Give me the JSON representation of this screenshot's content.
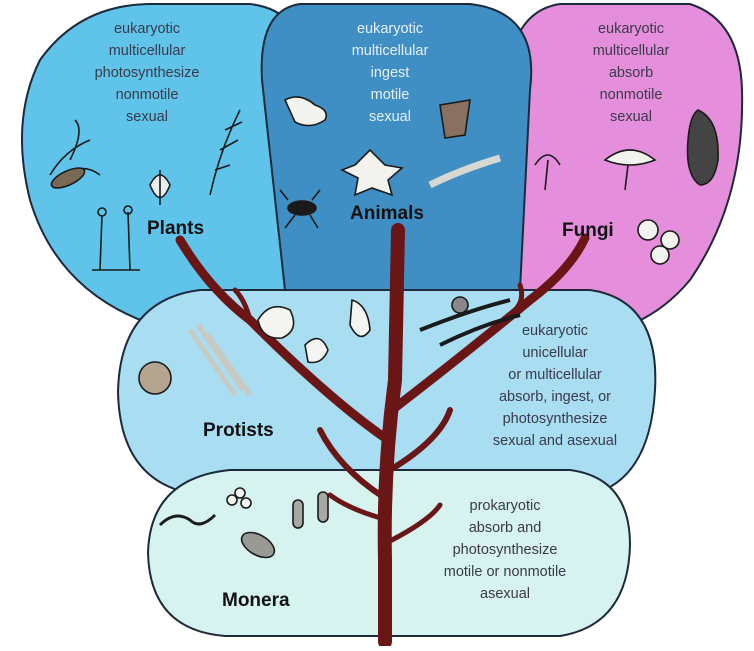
{
  "kingdoms": {
    "plants": {
      "name": "Plants",
      "traits": [
        "eukaryotic",
        "multicellular",
        "photosynthesize",
        "nonmotile",
        "sexual"
      ]
    },
    "animals": {
      "name": "Animals",
      "traits": [
        "eukaryotic",
        "multicellular",
        "ingest",
        "motile",
        "sexual"
      ]
    },
    "fungi": {
      "name": "Fungi",
      "traits": [
        "eukaryotic",
        "multicellular",
        "absorb",
        "nonmotile",
        "sexual"
      ]
    },
    "protists": {
      "name": "Protists",
      "traits": [
        "eukaryotic",
        "unicellular",
        "or multicellular",
        "absorb, ingest, or",
        "photosynthesize",
        "sexual and asexual"
      ]
    },
    "monera": {
      "name": "Monera",
      "traits": [
        "prokaryotic",
        "absorb and",
        "photosynthesize",
        "motile or nonmotile",
        "asexual"
      ]
    }
  },
  "colors": {
    "plants": "#5fc3ea",
    "animals": "#3f8fc4",
    "fungi": "#e58fdc",
    "protists": "#a8ddf2",
    "monera": "#d6f3ef",
    "trunk": "#6b1616",
    "outline": "#1e2a3a"
  }
}
